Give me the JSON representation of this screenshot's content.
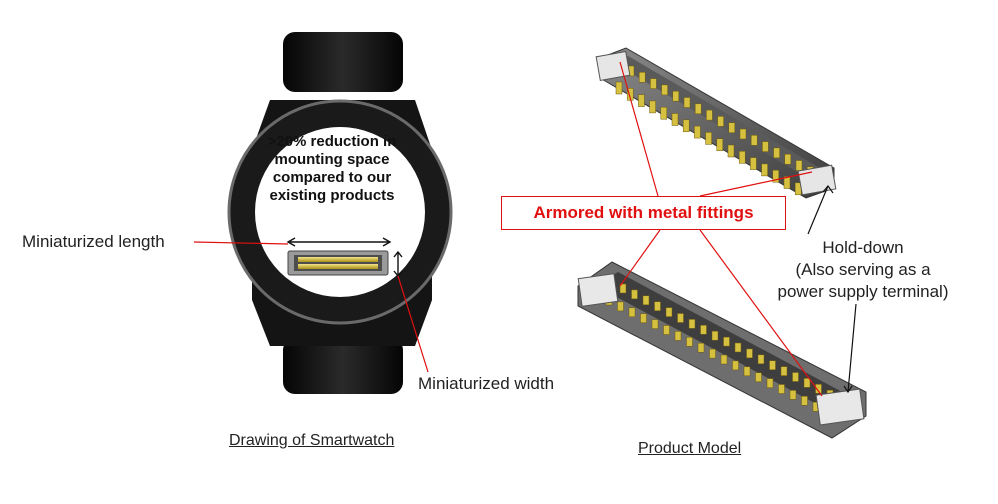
{
  "watch": {
    "claim": ">20% reduction in mounting space compared to our existing products",
    "length_label": "Miniaturized length",
    "width_label": "Miniaturized width",
    "caption": "Drawing of Smartwatch"
  },
  "product": {
    "callout": "Armored with metal fittings",
    "holddown_line1": "Hold-down",
    "holddown_line2": "(Also serving as a",
    "holddown_line3": "power supply terminal)",
    "caption": "Product Model"
  },
  "colors": {
    "callout_red": "#e01010",
    "watch_body": "#141414",
    "pin_gold": "#d6c040"
  }
}
